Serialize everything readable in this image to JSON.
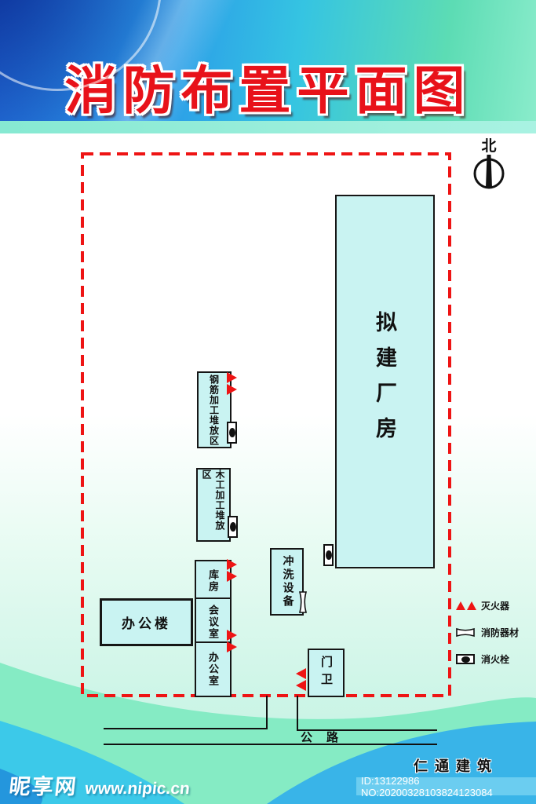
{
  "title": "消防布置平面图",
  "north_label": "北",
  "plan": {
    "buildings": {
      "factory": "拟建厂房",
      "steel_area": "钢筋加工堆放区",
      "wood_area": "木工加工堆放区",
      "storeroom": "库房",
      "meeting_room": "会议室",
      "office_room": "办公室",
      "office_building": "办公楼",
      "washing": "冲洗设备",
      "gate_house": "门卫"
    },
    "road_label": "公路"
  },
  "legend": {
    "extinguisher": "灭火器",
    "fire_equipment": "消防器材",
    "hydrant": "消火栓"
  },
  "footer": {
    "company": "仁通建筑",
    "id_text": "ID:13122986 NO:20200328103824123084"
  },
  "watermark": {
    "site_name": "昵享网",
    "site_url": "www.nipic.cn"
  },
  "colors": {
    "accent_red": "#ee1414",
    "title_red": "#e8121a",
    "building_fill": "#c9f3f2",
    "outline_black": "#161616",
    "wave_seafoam": "#85ebc4",
    "wave_turquoise": "#3cc9e9",
    "wave_blue": "#39b4e8"
  }
}
